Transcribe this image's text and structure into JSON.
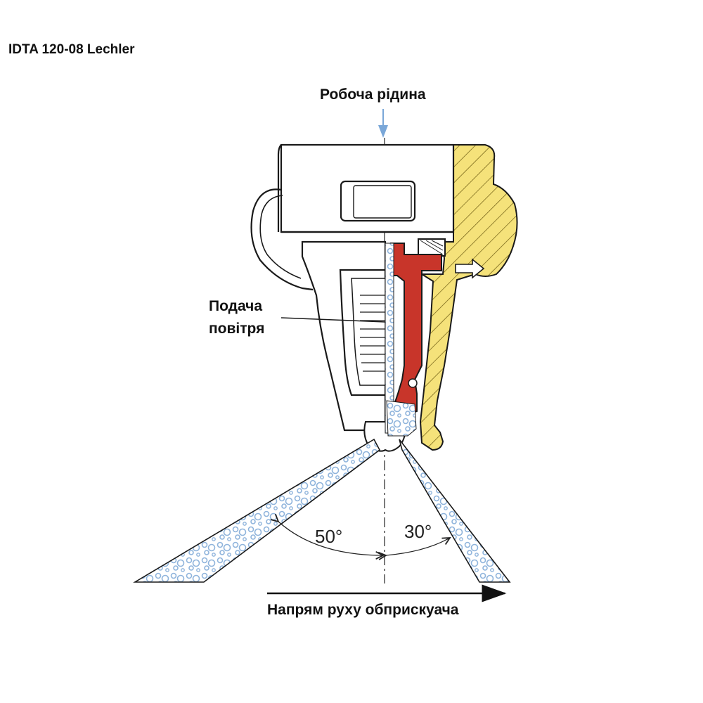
{
  "title": "IDTA 120-08 Lechler",
  "labels": {
    "working_fluid": "Робоча рідина",
    "air_supply_line1": "Подача",
    "air_supply_line2": "повітря",
    "direction": "Напрям руху обприскуача"
  },
  "angles": {
    "rear": "50°",
    "front": "30°"
  },
  "colors": {
    "housing_section": "#f5e27a",
    "insert_section": "#c8352a",
    "spray": "#a9c7e6",
    "fluid_arrow": "#7aa7d8",
    "outline": "#1a1a1a"
  }
}
